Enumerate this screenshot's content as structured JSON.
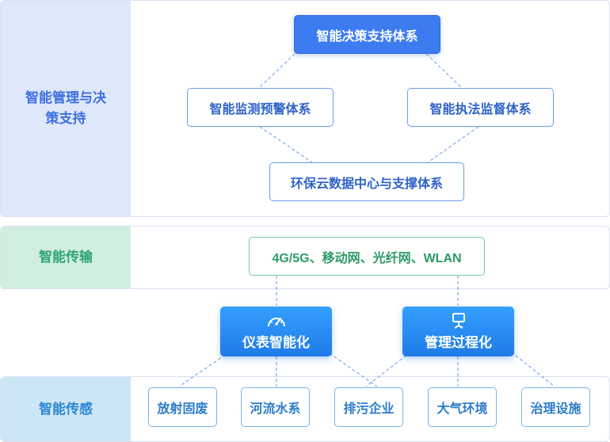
{
  "layers": {
    "decision": {
      "label": "智能管理与决策支持"
    },
    "transport": {
      "label": "智能传输"
    },
    "sensing": {
      "label": "智能传感"
    }
  },
  "nodes": {
    "decision_system": "智能决策支持体系",
    "monitoring_warning": "智能监测预警体系",
    "enforcement_supervision": "智能执法监督体系",
    "cloud_data_center": "环保云数据中心与支撑体系",
    "networks": "4G/5G、移动网、光纤网、WLAN",
    "instrument_intelligence": "仪表智能化",
    "management_process": "管理过程化",
    "radioactive_solid_waste": "放射固废",
    "rivers_water": "河流水系",
    "polluting_enterprises": "排污企业",
    "air_environment": "大气环境",
    "treatment_facilities": "治理设施"
  },
  "icons": {
    "instrument": "gauge-icon",
    "management": "monitor-stand-icon"
  },
  "colors": {
    "primary": "#3d7cf0",
    "decision_band": "#dfe8fb",
    "transport_band": "#cfeee0",
    "sensing_band": "#cde6f7"
  }
}
